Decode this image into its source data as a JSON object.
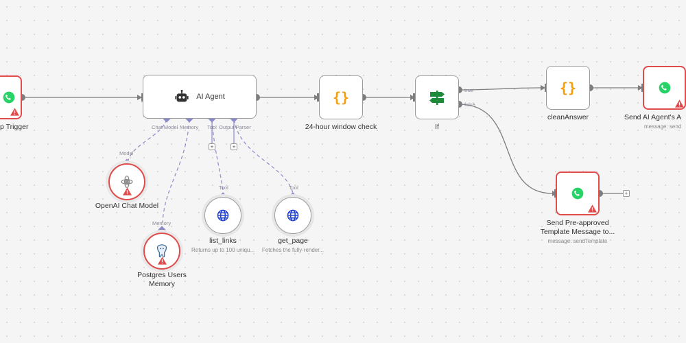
{
  "nodes": {
    "trigger": {
      "label": "p Trigger",
      "icon": "whatsapp-icon"
    },
    "agent": {
      "label": "AI Agent",
      "icon": "robot-icon",
      "ports": {
        "chat_model": "Chat Model",
        "memory": "Memory",
        "tool": "Tool",
        "output_parser": "Output Parser"
      }
    },
    "window_check": {
      "label": "24-hour window check",
      "icon": "braces-icon"
    },
    "if": {
      "label": "If",
      "icon": "signpost-icon",
      "true_label": "true",
      "false_label": "false"
    },
    "clean_answer": {
      "label": "cleanAnswer",
      "icon": "braces-icon"
    },
    "send_answer": {
      "label": "Send AI Agent's A",
      "sub": "message: send",
      "icon": "whatsapp-icon"
    },
    "send_template": {
      "label_line1": "Send Pre-approved",
      "label_line2": "Template Message to...",
      "sub": "message: sendTemplate",
      "icon": "whatsapp-icon"
    },
    "openai": {
      "label": "OpenAI Chat Model",
      "port": "Model",
      "icon": "openai-icon"
    },
    "postgres": {
      "label_line1": "Postgres Users",
      "label_line2": "Memory",
      "port": "Memory",
      "icon": "postgres-icon"
    },
    "list_links": {
      "label": "list_links",
      "sub": "Returns up to 100 uniqu...",
      "port": "Tool",
      "icon": "globe-icon"
    },
    "get_page": {
      "label": "get_page",
      "sub": "Fetches the fully-render...",
      "port": "Tool",
      "icon": "globe-icon"
    }
  },
  "colors": {
    "error": "#e04b4b",
    "braces": "#f59e0b",
    "whatsapp": "#25d366",
    "globe": "#1f3fcf",
    "ifgreen": "#1f8a3a",
    "connection": "#7d7d7d",
    "sub_port": "#8a8ac8"
  }
}
